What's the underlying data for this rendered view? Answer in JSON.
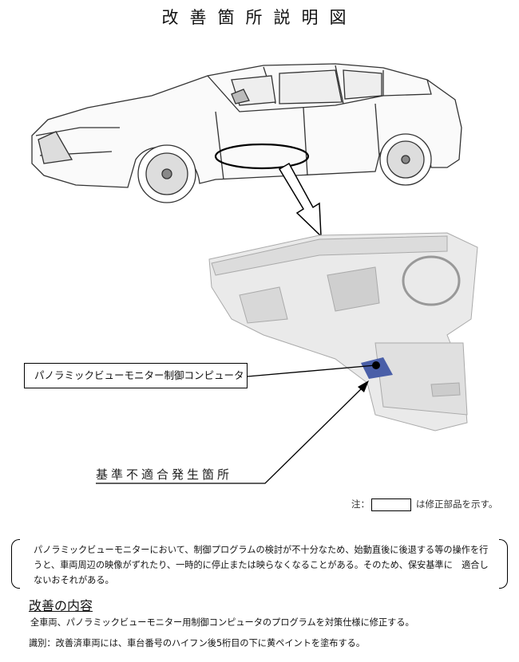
{
  "title": "改善箇所説明図",
  "callout": {
    "part_label": "パノラミックビューモニター制御コンピュータ",
    "nonconformity_label": "基準不適合発生箇所"
  },
  "note": {
    "prefix": "注：",
    "suffix": "は修正部品を示す。"
  },
  "description": "パノラミックビューモニターにおいて、制御プログラムの検討が不十分なため、始動直後に後退する等の操作を行うと、車両周辺の映像がずれたり、一時的に停止または映らなくなることがある。そのため、保安基準に　適合しないおそれがある。",
  "improvement": {
    "heading": "改善の内容",
    "text": "全車両、パノラミックビューモニター用制御コンピュータのプログラムを対策仕様に修正する。",
    "identification": "識別：改善済車両には、車台番号のハイフン後5桁目の下に黄ペイントを塗布する。"
  },
  "colors": {
    "part_highlight": "#4a5fa8"
  }
}
